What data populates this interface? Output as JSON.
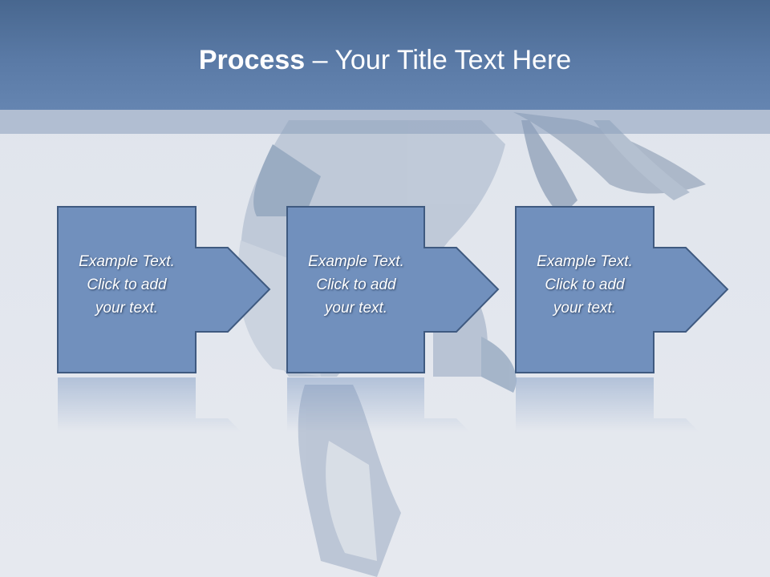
{
  "slide": {
    "title_bold": "Process",
    "title_separator": " – ",
    "title_rest": "Your Title Text Here"
  },
  "steps": [
    {
      "lines": [
        "Example Text.",
        "Click  to add",
        "your text."
      ]
    },
    {
      "lines": [
        "Example Text.",
        "Click  to add",
        "your text."
      ]
    },
    {
      "lines": [
        "Example Text.",
        "Click  to add",
        "your text."
      ]
    }
  ],
  "colors": {
    "header": "#5a7aa6",
    "shape_fill": "#7190bd",
    "shape_border": "#3f5a80",
    "text": "#ffffff"
  }
}
